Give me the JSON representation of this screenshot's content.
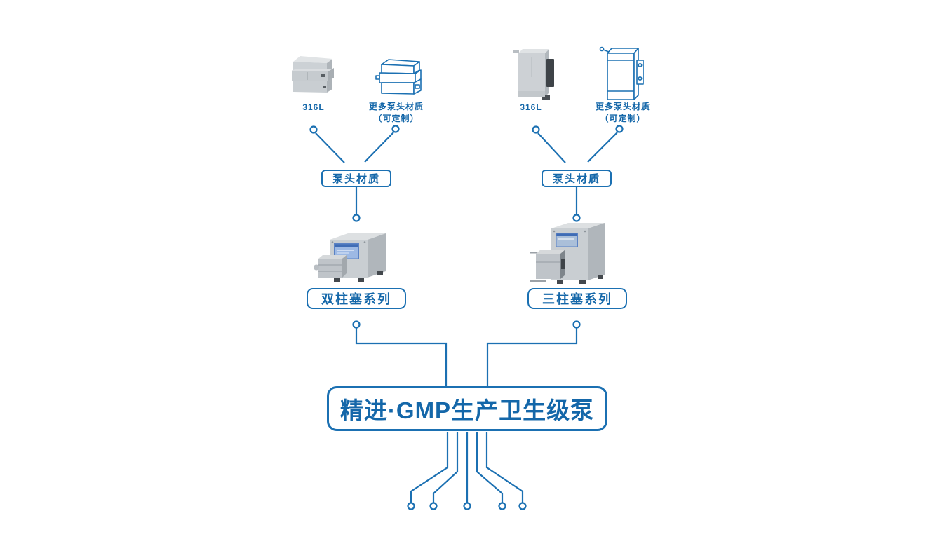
{
  "diagram": {
    "colors": {
      "accent_line": "#1b70b2",
      "accent_text": "#1467a9",
      "background": "#ffffff"
    },
    "title": {
      "label": "精进·GMP生产卫生级泵"
    },
    "groups": [
      {
        "name": "double-plunger-series",
        "heads": [
          {
            "label": "316L"
          },
          {
            "label": "更多泵头材质",
            "sublabel": "（可定制）"
          }
        ],
        "material_label": "泵头材质",
        "series_label": "双柱塞系列"
      },
      {
        "name": "triple-plunger-series",
        "heads": [
          {
            "label": "316L"
          },
          {
            "label": "更多泵头材质",
            "sublabel": "（可定制）"
          }
        ],
        "material_label": "泵头材质",
        "series_label": "三柱塞系列"
      }
    ]
  }
}
